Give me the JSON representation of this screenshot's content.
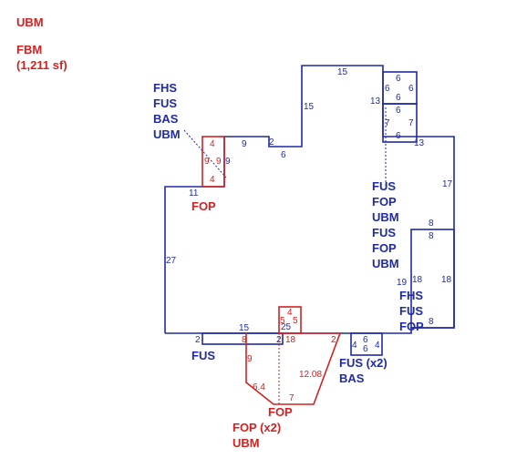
{
  "legend": {
    "ubm": "UBM",
    "fbm": "FBM",
    "fbm_area": "(1,211 sf)"
  },
  "labels": {
    "upper_left_stack": [
      "FHS",
      "FUS",
      "BAS",
      "UBM"
    ],
    "fop_left": "FOP",
    "fop_left_num": "11",
    "right_stack": [
      "FUS",
      "FOP",
      "UBM",
      "FUS",
      "FOP",
      "UBM"
    ],
    "lower_right_stack": [
      "FHS",
      "FUS",
      "FOP"
    ],
    "fus_bottom": "FUS",
    "fus_x2": "FUS (x2)",
    "bas_bottom": "BAS",
    "fop_bottom": "FOP",
    "fop_x2": "FOP (x2)",
    "ubm_bottom": "UBM"
  },
  "dims_blue": [
    "15",
    "15",
    "13",
    "6",
    "6",
    "6",
    "6",
    "6",
    "7",
    "7",
    "6",
    "13",
    "17",
    "8",
    "8",
    "2",
    "6",
    "27",
    "19",
    "18",
    "18",
    "8",
    "2",
    "15",
    "2",
    "4",
    "6",
    "6",
    "4",
    "25",
    "9",
    "9"
  ],
  "dims_red": [
    "4",
    "9",
    "4",
    "9",
    "4",
    "5",
    "5",
    "8",
    "2",
    "9",
    "6.4",
    "7",
    "12.08",
    "18"
  ]
}
